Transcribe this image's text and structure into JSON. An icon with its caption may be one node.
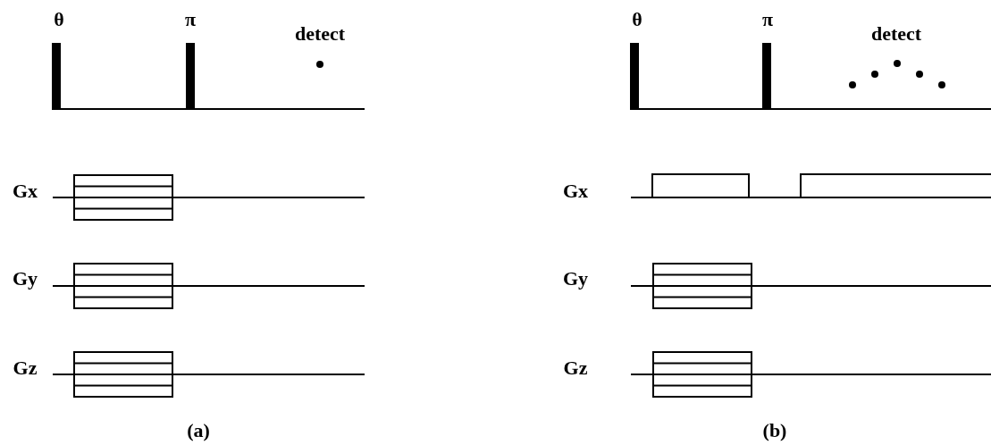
{
  "diagram": {
    "labels": [
      "θ",
      "π",
      "detect",
      "θ",
      "π",
      "detect",
      "Gx",
      "Gx",
      "Gy",
      "Gy",
      "Gz",
      "Gz",
      "(a)",
      "(b)"
    ]
  }
}
